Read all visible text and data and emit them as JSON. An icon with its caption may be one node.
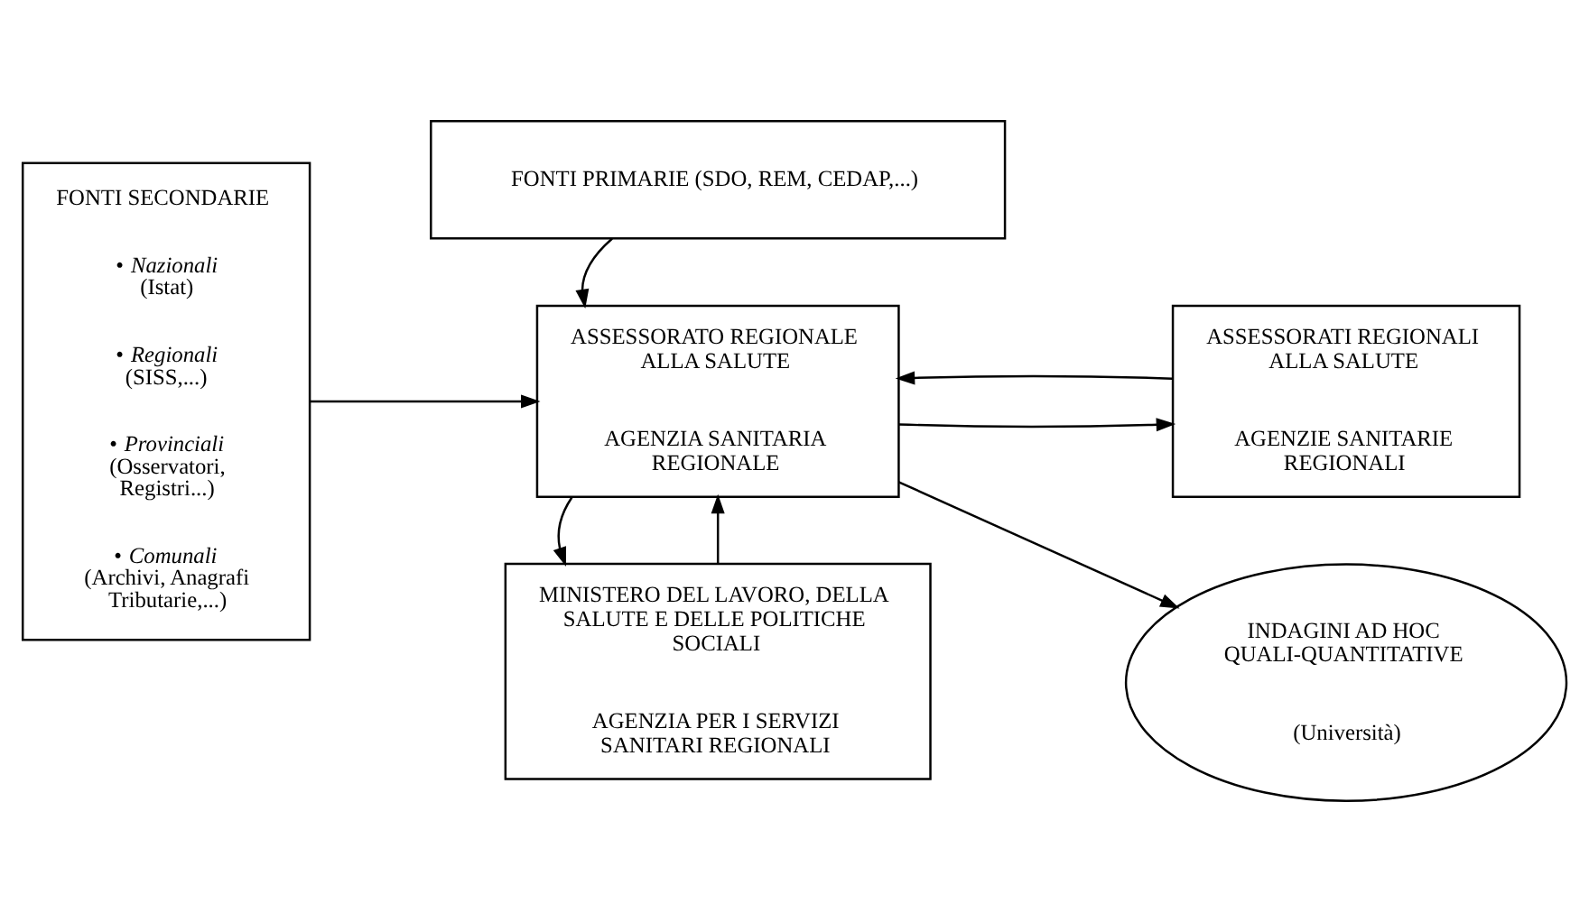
{
  "diagram": {
    "nodes": [
      {
        "text": [
          "FONTI SECONDARIE",
          "• *Nazionali* (Istat)",
          "• *Regionali* (SISS,...)",
          "• *Provinciali* (Osservatori, Registri...)",
          "• *Comunali* (Archivi, Anagrafi Tributarie,...)"
        ]
      },
      {
        "text": [
          "MINISTERO DEL LAVORO, DELLA SALUTE E DELLE POLITICHE SOCIALI",
          "AGENZIA PER I SERVIZI SANITARI REGIONALI"
        ]
      },
      {
        "text": [
          "ASSESSORATO REGIONALE ALLA SALUTE",
          "AGENZIA SANITARIA REGIONALE"
        ]
      },
      {
        "text": [
          "ASSESSORATI REGIONALI ALLA SALUTE",
          "AGENZIE SANITARIE REGIONALI"
        ]
      },
      {
        "text": [
          "INDAGINI AD HOC QUALI-QUANTITATIVE",
          "(Università)"
        ]
      },
      {
        "text": [
          "FONTI PRIMARIE (SDO, REM, CEDAP,...)"
        ]
      }
    ],
    "edges": [
      {
        "from": 0,
        "to": 2,
        "arrow": "to"
      },
      {
        "from": 1,
        "to": 2,
        "arrow": "to"
      },
      {
        "from": 2,
        "to": 1,
        "arrow": "to"
      },
      {
        "from": 2,
        "to": 3,
        "arrow": "to"
      },
      {
        "from": 3,
        "to": 2,
        "arrow": "to"
      },
      {
        "from": 2,
        "to": 4,
        "arrow": "to"
      },
      {
        "from": 5,
        "to": 2,
        "arrow": "to"
      }
    ]
  }
}
